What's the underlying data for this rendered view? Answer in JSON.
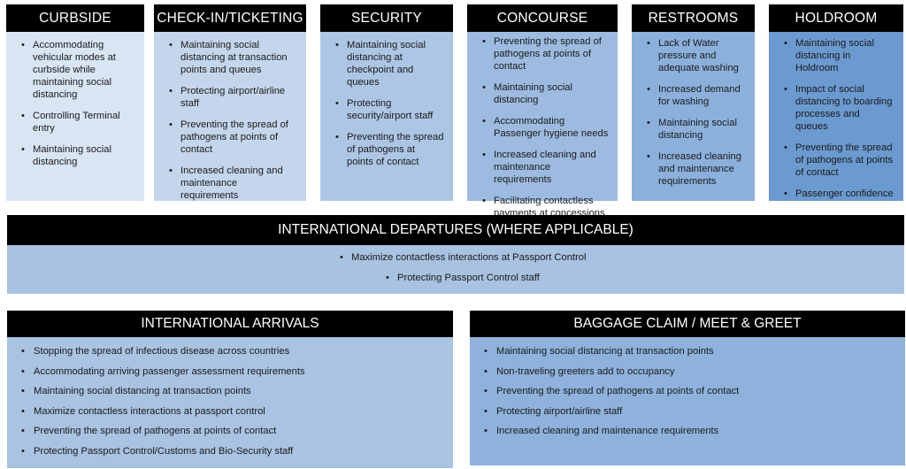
{
  "columns": [
    {
      "title": "CURBSIDE",
      "color": "#d8e5f3",
      "items": [
        "Accommodating vehicular modes at curbside while maintaining social distancing",
        "Controlling Terminal entry",
        "Maintaining social distancing"
      ]
    },
    {
      "title": "CHECK-IN/TICKETING",
      "color": "#c4d6ec",
      "items": [
        "Maintaining social distancing at transaction points and queues",
        "Protecting airport/airline staff",
        "Preventing the spread of pathogens at points of contact",
        "Increased cleaning and maintenance requirements"
      ]
    },
    {
      "title": "SECURITY",
      "color": "#adc6e5",
      "items": [
        "Maintaining social distancing at checkpoint and queues",
        "Protecting security/airport staff",
        "Preventing the spread of pathogens at points of contact"
      ]
    },
    {
      "title": "CONCOURSE",
      "color": "#9dbbe0",
      "items": [
        "Preventing the spread of pathogens at points of contact",
        "Maintaining social distancing",
        "Accommodating Passenger hygiene needs",
        "Increased cleaning and maintenance requirements",
        "Facilitating contactless payments at concessions"
      ]
    },
    {
      "title": "RESTROOMS",
      "color": "#8cb0dc",
      "items": [
        "Lack of Water pressure and adequate washing",
        "Increased demand for washing",
        "Maintaining social distancing",
        "Increased cleaning and maintenance requirements"
      ]
    },
    {
      "title": "HOLDROOM",
      "color": "#6b9ad0",
      "items": [
        "Maintaining social distancing in Holdroom",
        "Impact of social distancing to boarding processes and queues",
        "Preventing the spread of pathogens at points of contact",
        "Passenger confidence"
      ]
    }
  ],
  "departures": {
    "title": "INTERNATIONAL DEPARTURES (WHERE APPLICABLE)",
    "items": [
      "Maximize contactless interactions at Passport Control",
      "Protecting Passport Control staff"
    ]
  },
  "arrivals": {
    "title": "INTERNATIONAL ARRIVALS",
    "color": "#a9c3e2",
    "items": [
      "Stopping the spread of infectious disease across countries",
      "Accommodating arriving passenger assessment requirements",
      "Maintaining social distancing at transaction points",
      "Maximize contactless interactions at passport control",
      "Preventing the spread of pathogens at points of contact",
      "Protecting Passport Control/Customs and Bio-Security staff"
    ]
  },
  "baggage": {
    "title": "BAGGAGE CLAIM / MEET & GREET",
    "color": "#8eb2dc",
    "items": [
      "Maintaining social distancing at transaction points",
      "Non-traveling greeters add to occupancy",
      "Preventing the spread of pathogens at points of contact",
      "Protecting airport/airline staff",
      "Increased cleaning and maintenance requirements"
    ]
  }
}
